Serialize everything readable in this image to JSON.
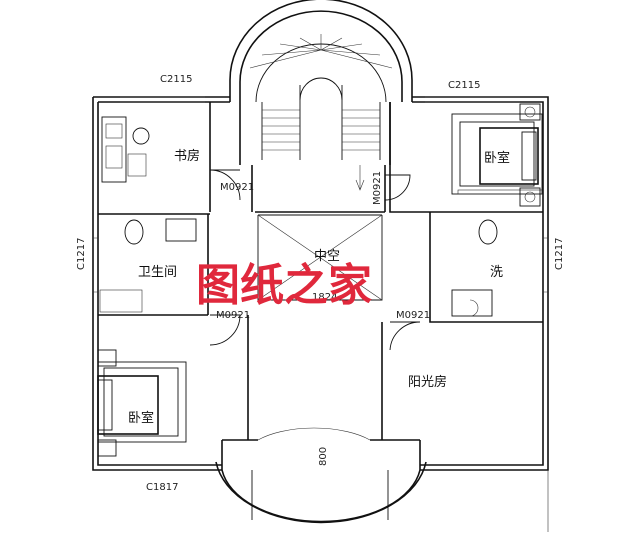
{
  "rooms": {
    "study": "书房",
    "bedroom_right": "卧室",
    "bedroom_left": "卧室",
    "bathroom": "卫生间",
    "void": "中空",
    "wash": "洗",
    "sunroom": "阳光房"
  },
  "codes": {
    "window_top_left": "C2115",
    "window_top_right": "C2115",
    "window_left": "C1217",
    "window_right": "C1217",
    "window_bottom": "C1817",
    "door_study": "M0921",
    "door_stair": "M0921",
    "door_bath": "M0921",
    "door_wash": "M0921",
    "void_width": "1824",
    "balcony_depth": "800"
  },
  "watermark": "图纸之家",
  "colors": {
    "line": "#111111",
    "watermark": "#e0283c",
    "background": "#ffffff"
  }
}
